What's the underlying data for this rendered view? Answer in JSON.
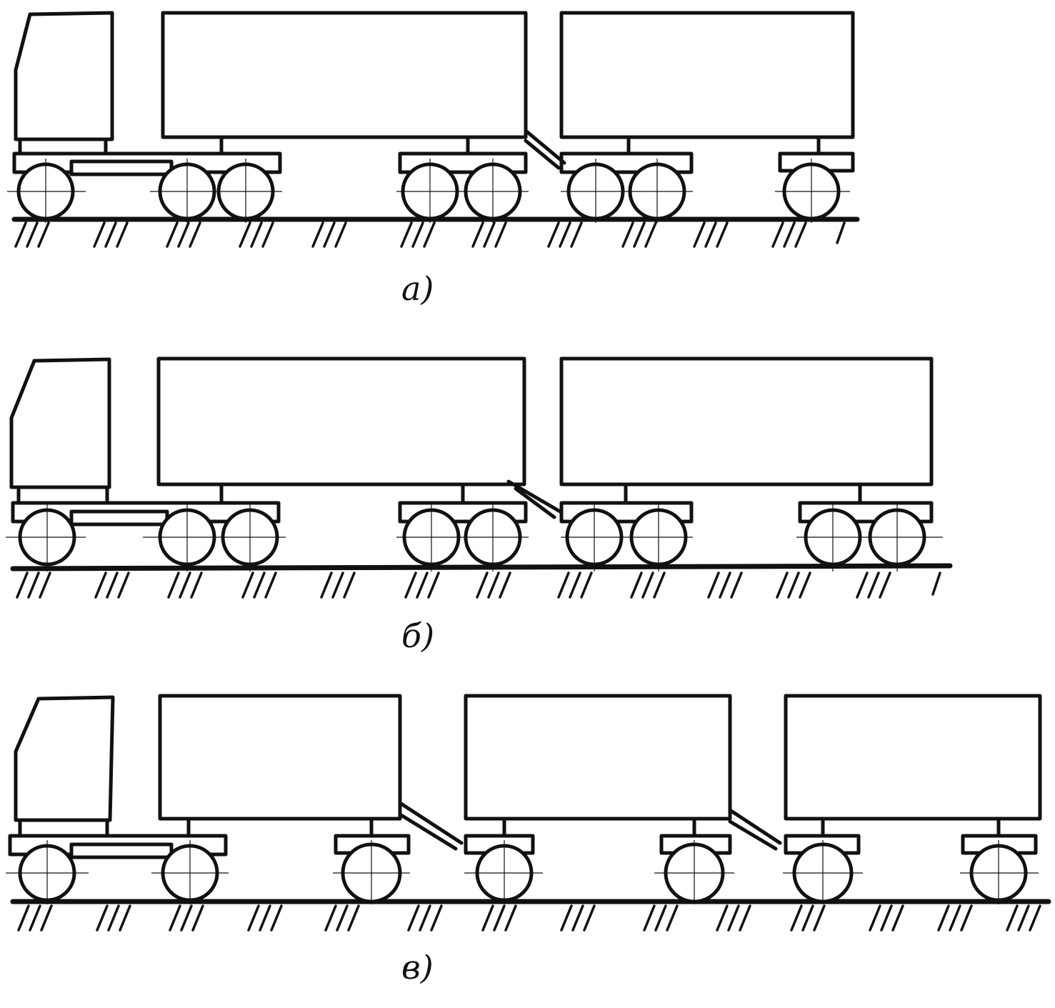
{
  "figures": [
    {
      "id": "a",
      "caption": "a)",
      "trailers": 2,
      "rear_axles": 2,
      "last_trailer_rear_axles": 1
    },
    {
      "id": "b",
      "caption": "б)",
      "trailers": 2,
      "rear_axles": 2,
      "last_trailer_rear_axles": 2
    },
    {
      "id": "c",
      "caption": "в)",
      "trailers": 3,
      "rear_axles": 1,
      "last_trailer_rear_axles": 1
    }
  ],
  "colors": {
    "ink": "#111111",
    "paper": "#ffffff"
  }
}
